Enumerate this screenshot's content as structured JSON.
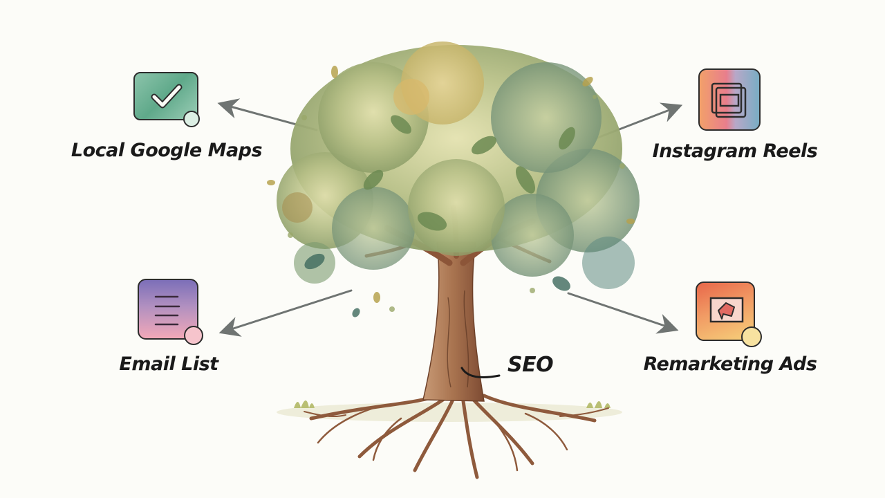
{
  "diagram": {
    "type": "tree-metaphor",
    "center": {
      "label": "SEO",
      "depicts": "watercolor tree (trunk and roots)"
    },
    "branches": [
      {
        "id": "local-google-maps",
        "label": "Local Google Maps",
        "icon": "checkmark-icon",
        "icon_color": "#5fa98a",
        "position": "top-left"
      },
      {
        "id": "instagram-reels",
        "label": "Instagram Reels",
        "icon": "stacked-frames-icon",
        "icon_color_start": "#f2a06a",
        "icon_color_end": "#79adc4",
        "position": "top-right"
      },
      {
        "id": "email-list",
        "label": "Email List",
        "icon": "text-lines-icon",
        "icon_color_start": "#7c6fb8",
        "icon_color_end": "#f2a8b8",
        "position": "bottom-left"
      },
      {
        "id": "remarketing-ads",
        "label": "Remarketing Ads",
        "icon": "tag-in-frame-icon",
        "icon_color_start": "#e8674a",
        "icon_color_end": "#f6d07a",
        "position": "bottom-right"
      }
    ],
    "edges": [
      {
        "from": "tree",
        "to": "local-google-maps"
      },
      {
        "from": "tree",
        "to": "instagram-reels"
      },
      {
        "from": "tree",
        "to": "email-list"
      },
      {
        "from": "tree",
        "to": "remarketing-ads"
      },
      {
        "from": "seo-label",
        "to": "trunk"
      }
    ],
    "colors": {
      "background": "#fcfcf8",
      "arrow": "#6f7472",
      "trunk": "#9a6242",
      "foliage": "#a7b57a",
      "text": "#1a1a1a"
    }
  }
}
